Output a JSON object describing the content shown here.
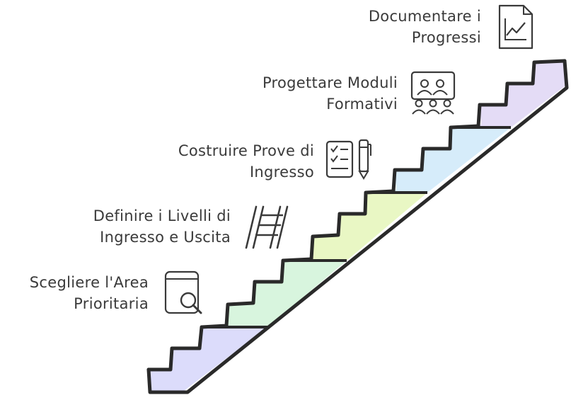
{
  "steps": [
    {
      "line1": "Scegliere l'Area",
      "line2": "Prioritaria",
      "icon": "book-search-icon",
      "color": "#dcdcfb"
    },
    {
      "line1": "Definire i Livelli di",
      "line2": "Ingresso e Uscita",
      "icon": "ladder-icon",
      "color": "#d8f5de"
    },
    {
      "line1": "Costruire Prove di",
      "line2": "Ingresso",
      "icon": "checklist-pen-icon",
      "color": "#e9f7c4"
    },
    {
      "line1": "Progettare Moduli",
      "line2": "Formativi",
      "icon": "group-presentation-icon",
      "color": "#d6ecfa"
    },
    {
      "line1": "Documentare i",
      "line2": "Progressi",
      "icon": "chart-document-icon",
      "color": "#e4dcf6"
    }
  ]
}
